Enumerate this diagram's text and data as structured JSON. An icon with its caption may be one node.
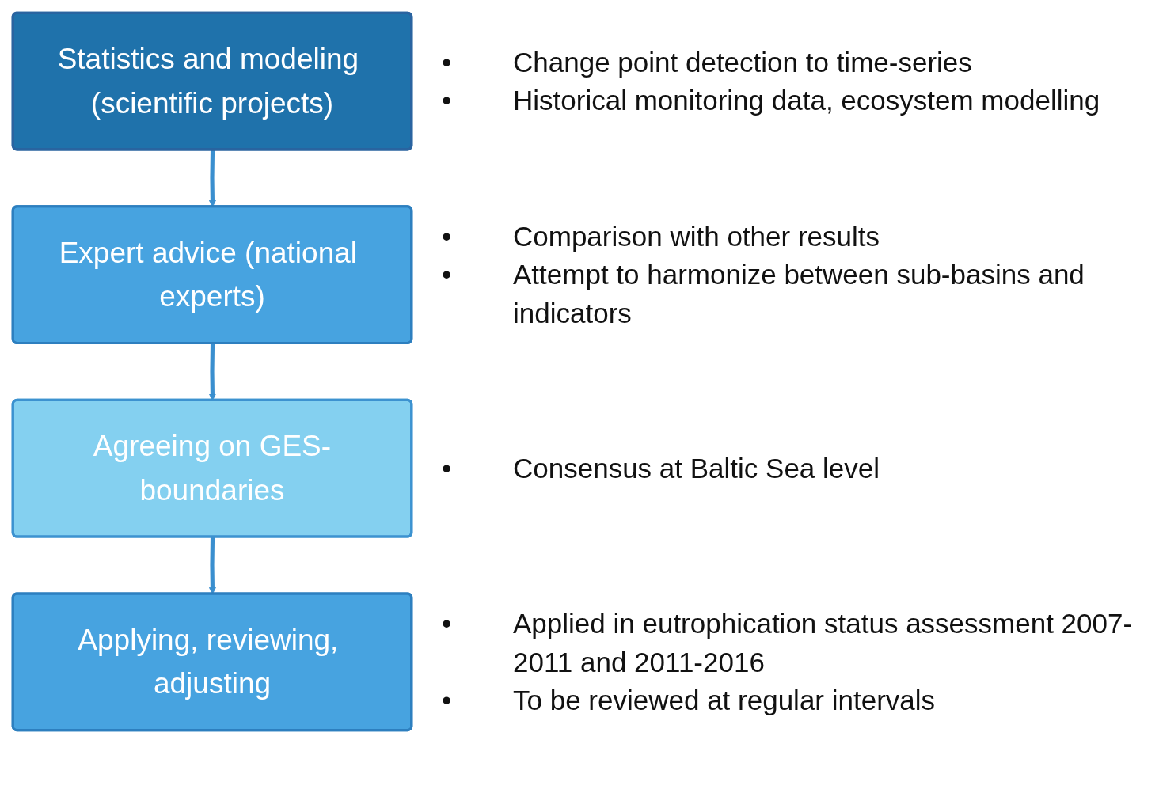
{
  "diagram": {
    "nodes": [
      {
        "text": [
          "Statistics and modeling (scientific projects)"
        ],
        "beside": [
          "•",
          "Change point detection to time-series",
          "•",
          "Historical monitoring data, ecosystem modelling"
        ]
      },
      {
        "text": [
          "Expert advice (national experts)"
        ],
        "beside": [
          "•",
          "Comparison with other results",
          "•",
          "Attempt to harmonize between sub-basins and indicators"
        ]
      },
      {
        "text": [
          "Agreeing on GES-boundaries"
        ],
        "beside": [
          "•",
          "Consensus at Baltic Sea level"
        ]
      },
      {
        "text": [
          "Applying, reviewing, adjusting"
        ],
        "beside": [
          "•",
          "Applied in eutrophication status assessment 2007-2011 and 2011-2016",
          "•",
          "To be reviewed at regular intervals"
        ]
      }
    ],
    "edges": [
      {
        "from": 0,
        "to": 1,
        "arrow": "to"
      },
      {
        "from": 1,
        "to": 2,
        "arrow": "to"
      },
      {
        "from": 2,
        "to": 3,
        "arrow": "to"
      }
    ]
  }
}
